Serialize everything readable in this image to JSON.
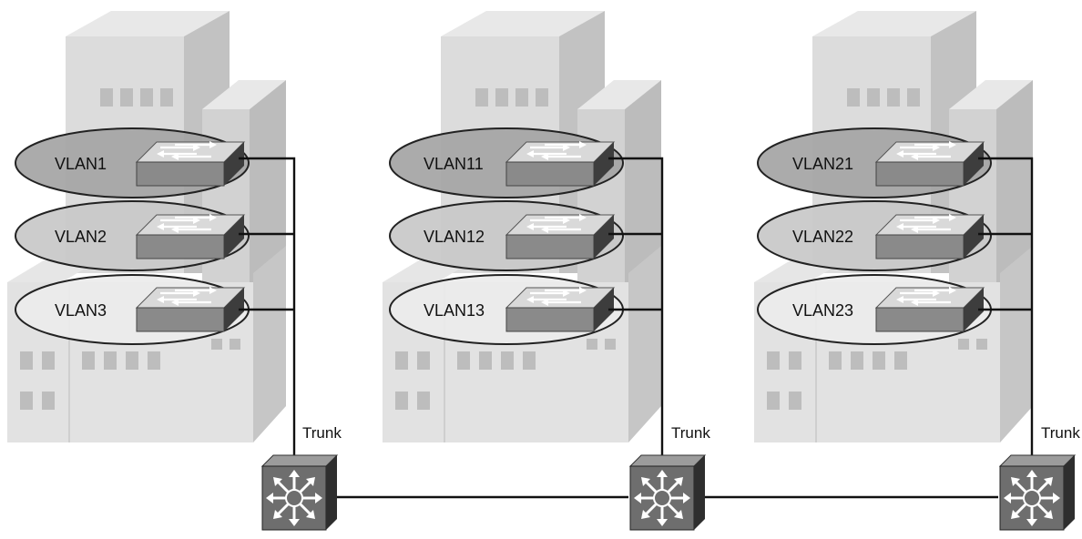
{
  "buildings": [
    {
      "id": "building-1",
      "vlans": [
        {
          "label": "VLAN1",
          "fill": "#a4a4a4"
        },
        {
          "label": "VLAN2",
          "fill": "#c8c8c8"
        },
        {
          "label": "VLAN3",
          "fill": "#ececec"
        }
      ],
      "trunk_label": "Trunk"
    },
    {
      "id": "building-2",
      "vlans": [
        {
          "label": "VLAN11",
          "fill": "#a4a4a4"
        },
        {
          "label": "VLAN12",
          "fill": "#c8c8c8"
        },
        {
          "label": "VLAN13",
          "fill": "#ececec"
        }
      ],
      "trunk_label": "Trunk"
    },
    {
      "id": "building-3",
      "vlans": [
        {
          "label": "VLAN21",
          "fill": "#a4a4a4"
        },
        {
          "label": "VLAN22",
          "fill": "#c8c8c8"
        },
        {
          "label": "VLAN23",
          "fill": "#ececec"
        }
      ],
      "trunk_label": "Trunk"
    }
  ],
  "colors": {
    "building_front": "#dcdcdc",
    "building_side": "#c2c2c2",
    "building_top": "#e8e8e8",
    "window": "#bdbdbd",
    "switch_top": "#d9d9d9",
    "switch_front": "#8a8a8a",
    "switch_side": "#3d3d3d",
    "core_face": "#6e6e6e",
    "core_side": "#2e2e2e",
    "link": "#111111"
  }
}
